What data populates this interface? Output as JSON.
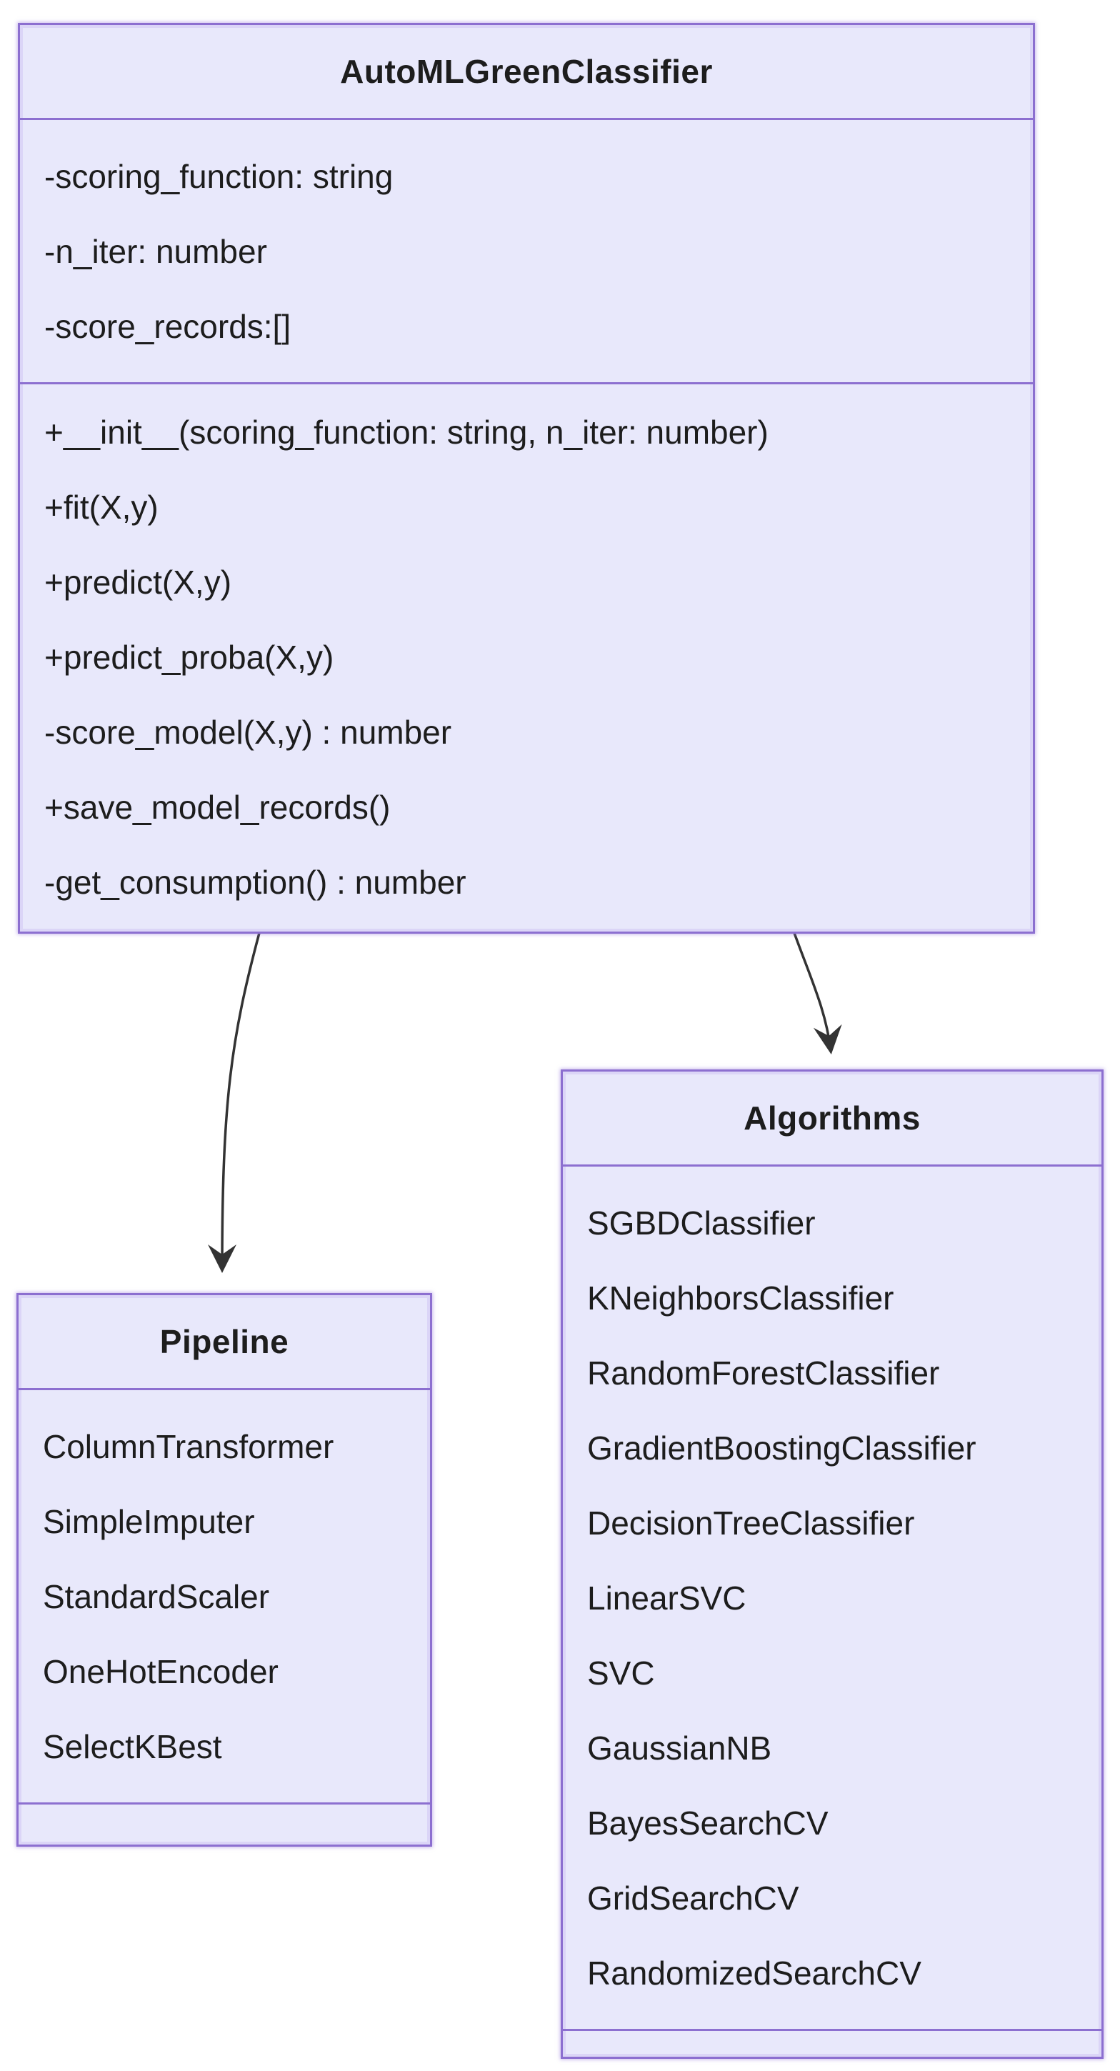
{
  "classes": [
    {
      "id": "automl-green-classifier",
      "title": "AutoMLGreenClassifier",
      "attributes": [
        "-scoring_function: string",
        "-n_iter: number",
        "-score_records:[]"
      ],
      "methods": [
        "+__init__(scoring_function: string, n_iter: number)",
        "+fit(X,y)",
        "+predict(X,y)",
        "+predict_proba(X,y)",
        "-score_model(X,y) : number",
        "+save_model_records()",
        "-get_consumption() : number"
      ]
    },
    {
      "id": "pipeline",
      "title": "Pipeline",
      "attributes": [
        "ColumnTransformer",
        "SimpleImputer",
        "StandardScaler",
        "OneHotEncoder",
        "SelectKBest"
      ],
      "methods": []
    },
    {
      "id": "algorithms",
      "title": "Algorithms",
      "attributes": [
        "SGBDClassifier",
        "KNeighborsClassifier",
        "RandomForestClassifier",
        "GradientBoostingClassifier",
        "DecisionTreeClassifier",
        "LinearSVC",
        "SVC",
        "GaussianNB",
        "BayesSearchCV",
        "GridSearchCV",
        "RandomizedSearchCV"
      ],
      "methods": []
    }
  ],
  "relations": [
    {
      "from": "AutoMLGreenClassifier",
      "to": "Pipeline",
      "type": "arrow"
    },
    {
      "from": "AutoMLGreenClassifier",
      "to": "Algorithms",
      "type": "arrow"
    }
  ],
  "colors": {
    "box_fill": "#E8E8FB",
    "box_border": "#8C6FD0",
    "text": "#1d1d1d",
    "arrow": "#333333",
    "background": "#ffffff"
  }
}
